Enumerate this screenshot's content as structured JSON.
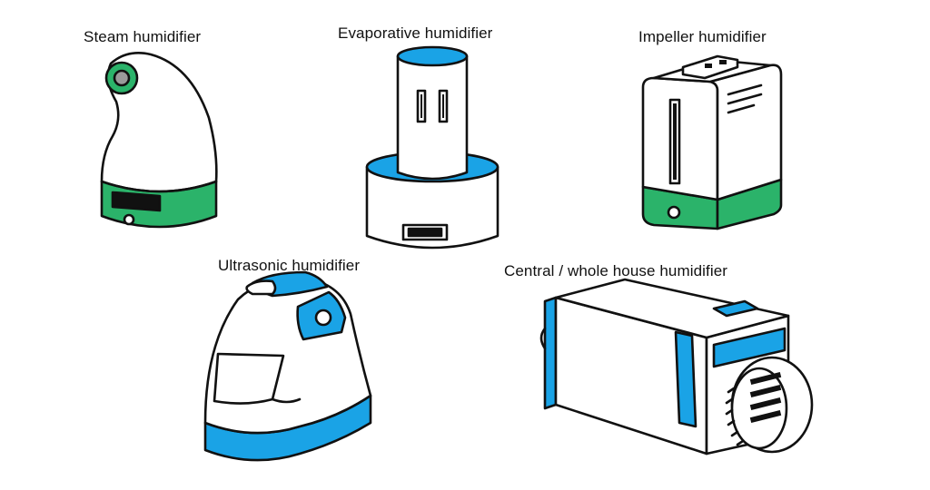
{
  "labels": {
    "steam": "Steam humidifier",
    "evaporative": "Evaporative humidifier",
    "impeller": "Impeller humidifier",
    "ultrasonic": "Ultrasonic humidifier",
    "central": "Central / whole house humidifier"
  },
  "colors": {
    "green": "#2bb36a",
    "blue": "#1aa3e6",
    "outline": "#111111",
    "background": "#ffffff"
  }
}
